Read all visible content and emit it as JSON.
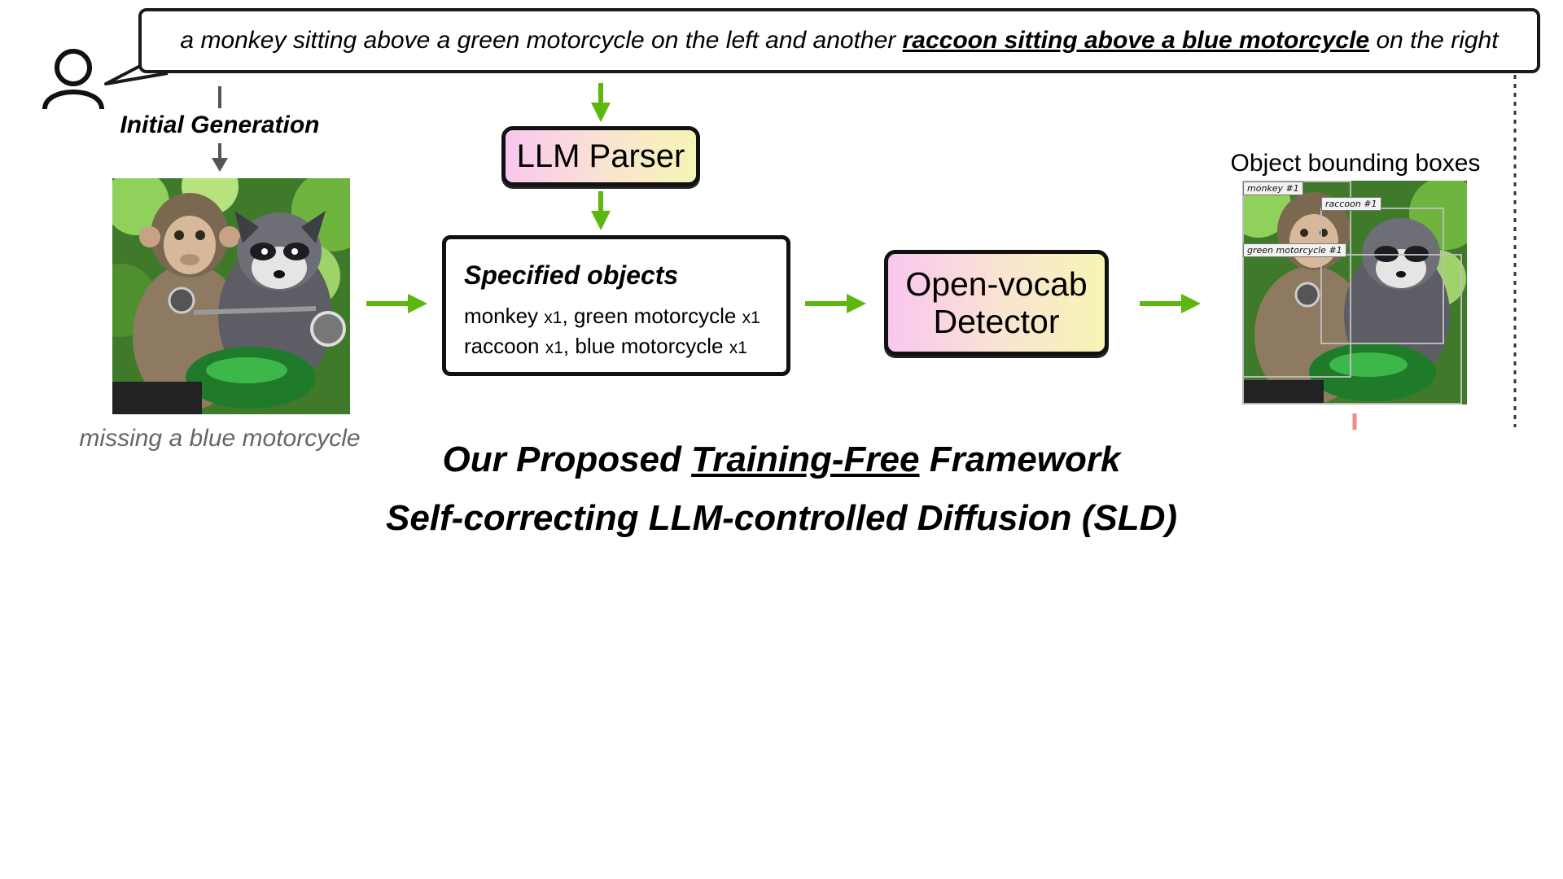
{
  "prompt": {
    "before": "a monkey sitting above a green motorcycle on the left and another ",
    "emphasis": "raccoon sitting above a blue motorcycle",
    "after": " on the right"
  },
  "labels": {
    "initial_generation": "Initial Generation",
    "missing_caption": "missing a blue motorcycle",
    "object_bounding_boxes": "Object bounding boxes"
  },
  "llm_parser": {
    "label": "LLM Parser"
  },
  "specified_objects": {
    "title": "Specified objects",
    "items": [
      {
        "name": "monkey",
        "qty": "x1"
      },
      {
        "name": "green motorcycle",
        "qty": "x1"
      },
      {
        "name": "raccoon",
        "qty": "x1"
      },
      {
        "name": "blue motorcycle",
        "qty": "x1"
      }
    ]
  },
  "detector": {
    "line1": "Open-vocab",
    "line2": "Detector"
  },
  "detections": [
    {
      "label": "monkey #1"
    },
    {
      "label": "raccoon #1"
    },
    {
      "label": "green motorcycle #1"
    }
  ],
  "title": {
    "line1_before": "Our Proposed ",
    "line1_emphasis": "Training-Free",
    "line1_after": " Framework",
    "line2": "Self-correcting LLM-controlled Diffusion (SLD)"
  },
  "colors": {
    "arrow_green": "#5cb80e",
    "connector_gray": "#555555",
    "box_gradient_left": "#f9c6ef",
    "box_gradient_right": "#f6f5b4"
  }
}
